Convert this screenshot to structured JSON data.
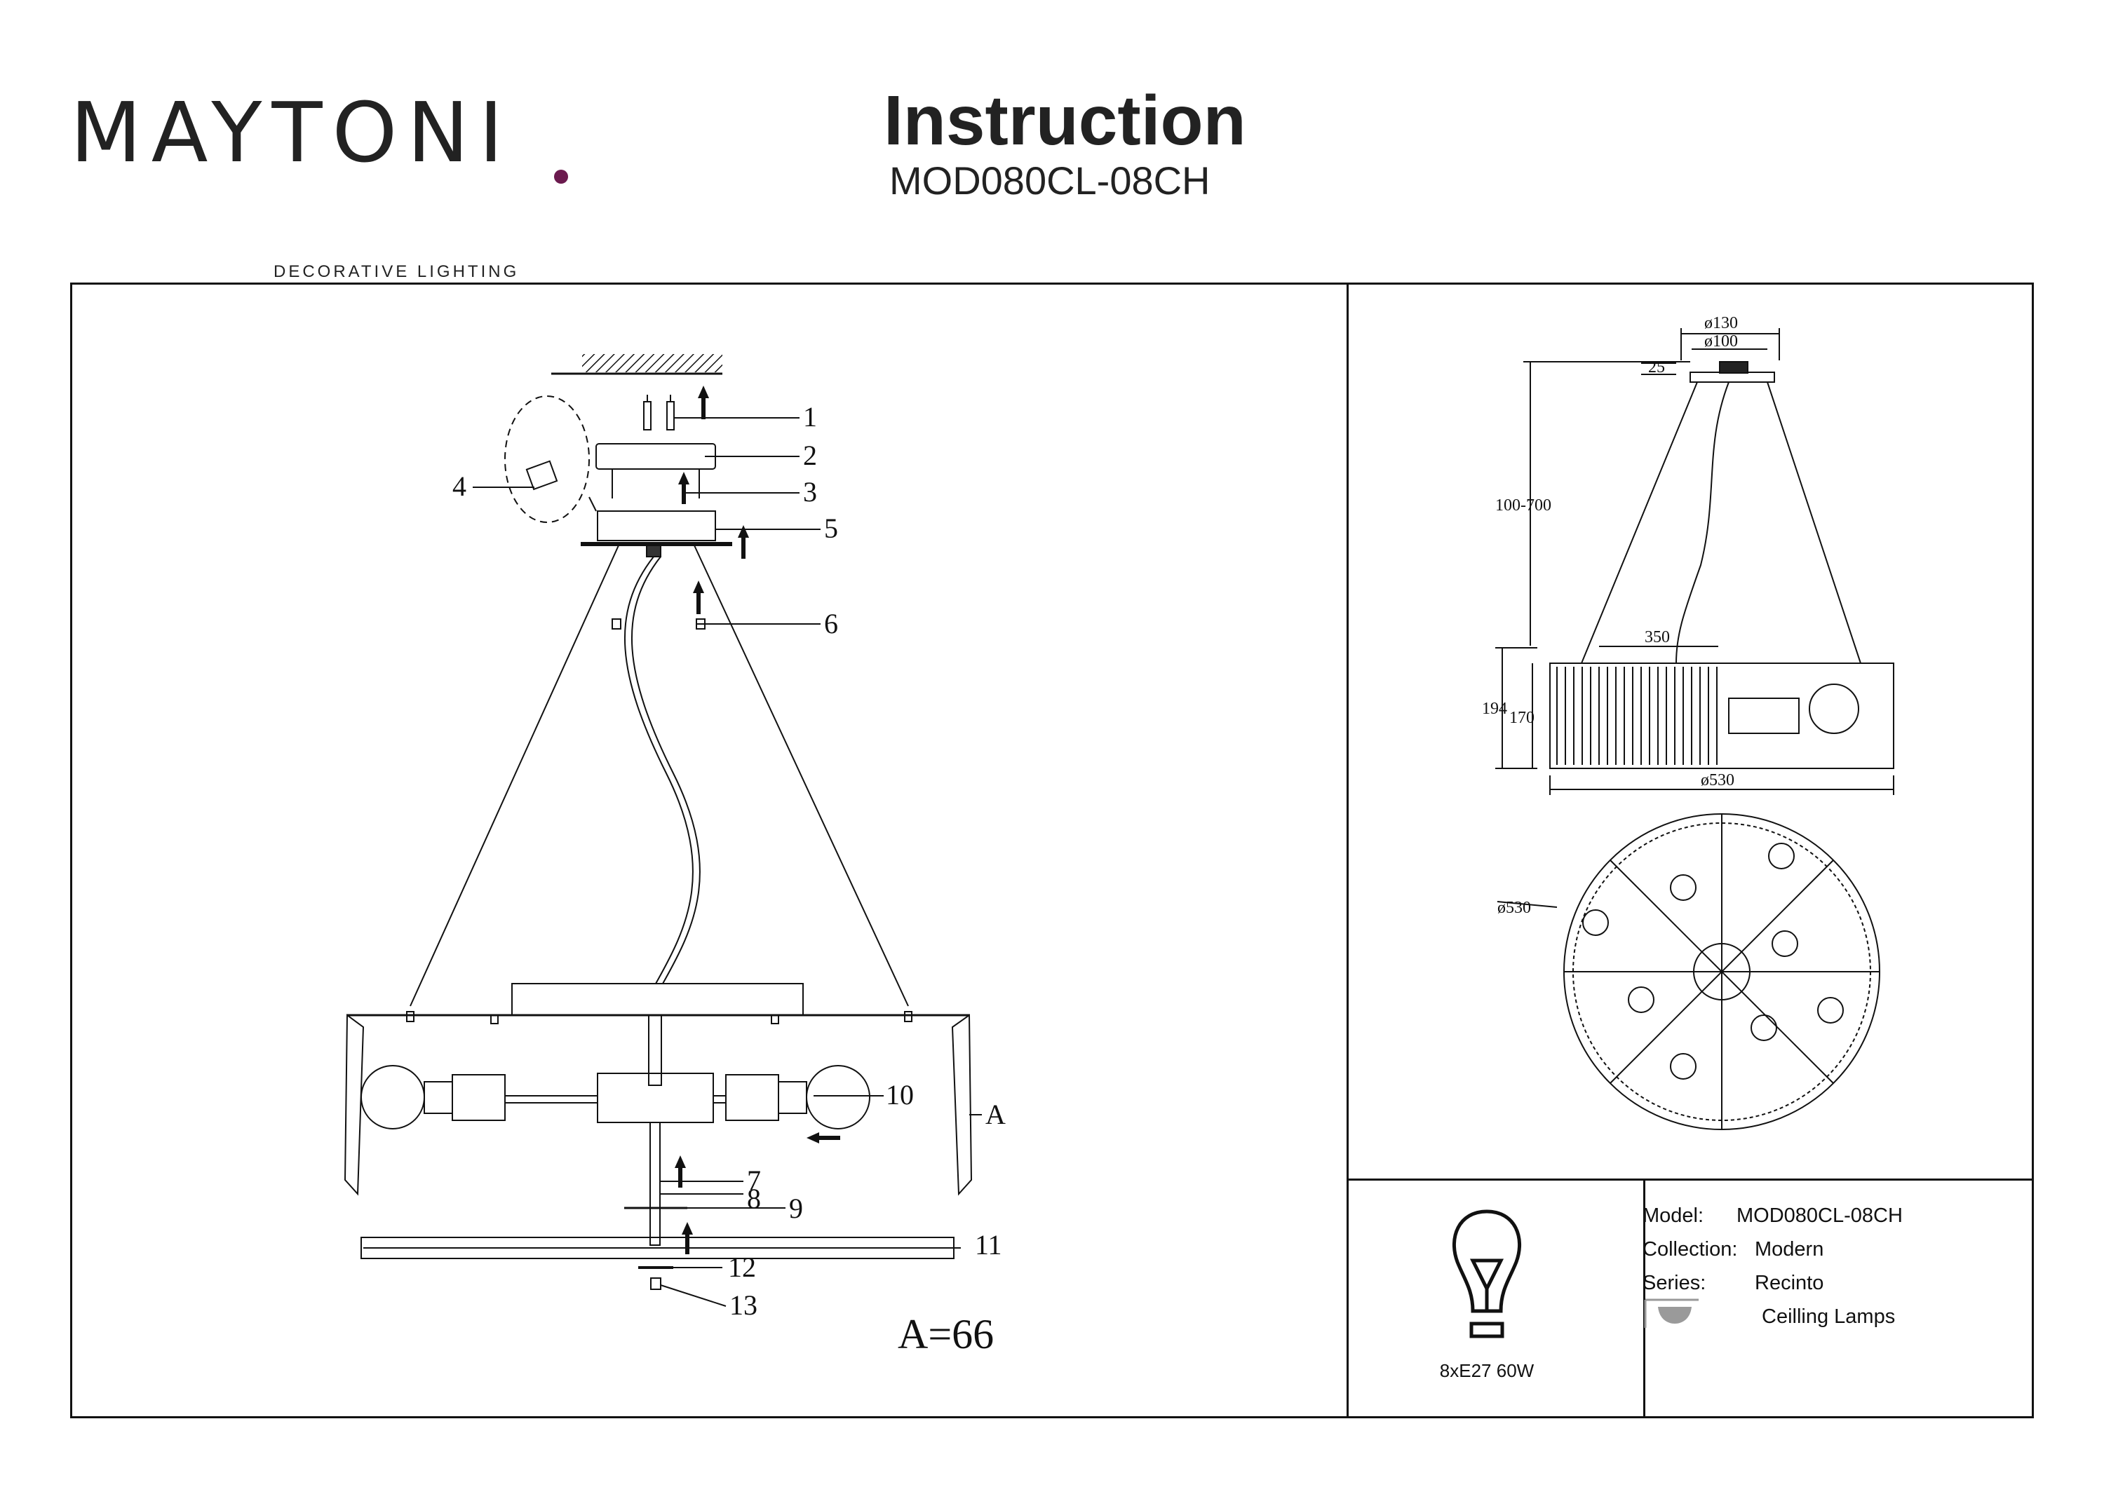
{
  "brand": {
    "name": "MAYTONI",
    "tagline": "DECORATIVE LIGHTING"
  },
  "header": {
    "title": "Instruction",
    "model": "MOD080CL-08CH"
  },
  "assembly": {
    "parts": [
      "1",
      "2",
      "3",
      "4",
      "5",
      "6",
      "7",
      "8",
      "9",
      "10",
      "11",
      "12",
      "13"
    ],
    "detail_label": "A",
    "detail_note": "A=66"
  },
  "dimensions": {
    "canopy_outer": "ø130",
    "canopy_inner": "ø100",
    "canopy_height": "25",
    "suspension": "100-700",
    "top_width": "350",
    "total_height": "194",
    "shade_height": "170",
    "diameter_side": "ø530",
    "diameter_top": "ø530"
  },
  "bulb": {
    "spec": "8xE27 60W"
  },
  "spec_table": {
    "model_label": "Model:",
    "model_value": "MOD080CL-08CH",
    "collection_label": "Collection:",
    "collection_value": "Modern",
    "series_label": "Series:",
    "series_value": "Recinto",
    "type_value": "Ceilling Lamps"
  },
  "colors": {
    "brand_accent": "#6b1a4e",
    "line": "#111111"
  }
}
